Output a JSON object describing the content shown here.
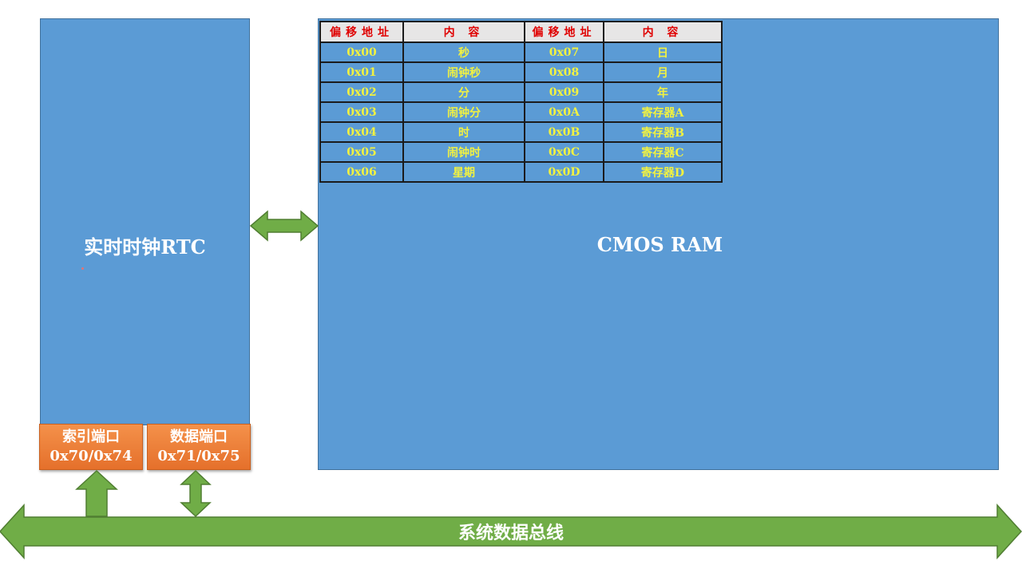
{
  "rtc": {
    "title": "实时时钟RTC",
    "index_port": {
      "name": "索引端口",
      "address": "0x70/0x74"
    },
    "data_port": {
      "name": "数据端口",
      "address": "0x71/0x75"
    }
  },
  "cmos": {
    "title": "CMOS RAM",
    "table": {
      "headers": [
        "偏移地址",
        "内 容",
        "偏移地址",
        "内 容"
      ],
      "rows": [
        [
          "0x00",
          "秒",
          "0x07",
          "日"
        ],
        [
          "0x01",
          "闹钟秒",
          "0x08",
          "月"
        ],
        [
          "0x02",
          "分",
          "0x09",
          "年"
        ],
        [
          "0x03",
          "闹钟分",
          "0x0A",
          "寄存器A"
        ],
        [
          "0x04",
          "时",
          "0x0B",
          "寄存器B"
        ],
        [
          "0x05",
          "闹钟时",
          "0x0C",
          "寄存器C"
        ],
        [
          "0x06",
          "星期",
          "0x0D",
          "寄存器D"
        ]
      ]
    }
  },
  "bus": {
    "label": "系统数据总线"
  },
  "colors": {
    "box_fill": "#5b9bd5",
    "port_fill": "#ed7d31",
    "arrow_fill": "#70ad47",
    "header_text": "#e00000",
    "cell_text": "#f2f240"
  },
  "icons": [
    "double-arrow-horizontal",
    "up-arrow",
    "double-arrow-vertical",
    "bus-double-arrow"
  ]
}
